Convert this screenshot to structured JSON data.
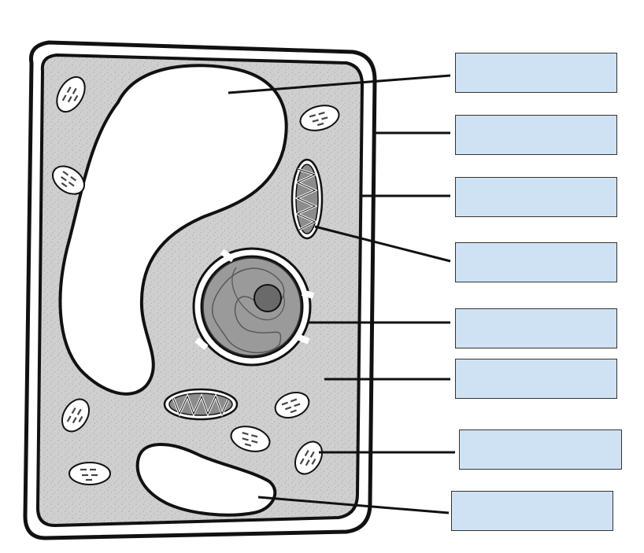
{
  "diagram": {
    "subject": "plant-cell",
    "colors": {
      "cytoplasm": "#cfcfcf",
      "outline": "#111111",
      "vacuole": "#ffffff",
      "nucleus": "#9a9a9a",
      "nucleolus": "#6a6a6a",
      "label_box": "#cfe2f3",
      "label_border": "#333333"
    },
    "labels": [
      {
        "id": "large-vacuole",
        "text": ""
      },
      {
        "id": "cell-wall",
        "text": ""
      },
      {
        "id": "cell-membrane",
        "text": ""
      },
      {
        "id": "mitochondrion",
        "text": ""
      },
      {
        "id": "nucleus",
        "text": ""
      },
      {
        "id": "cytoplasm",
        "text": ""
      },
      {
        "id": "chloroplast",
        "text": ""
      },
      {
        "id": "small-vacuole",
        "text": ""
      }
    ]
  }
}
